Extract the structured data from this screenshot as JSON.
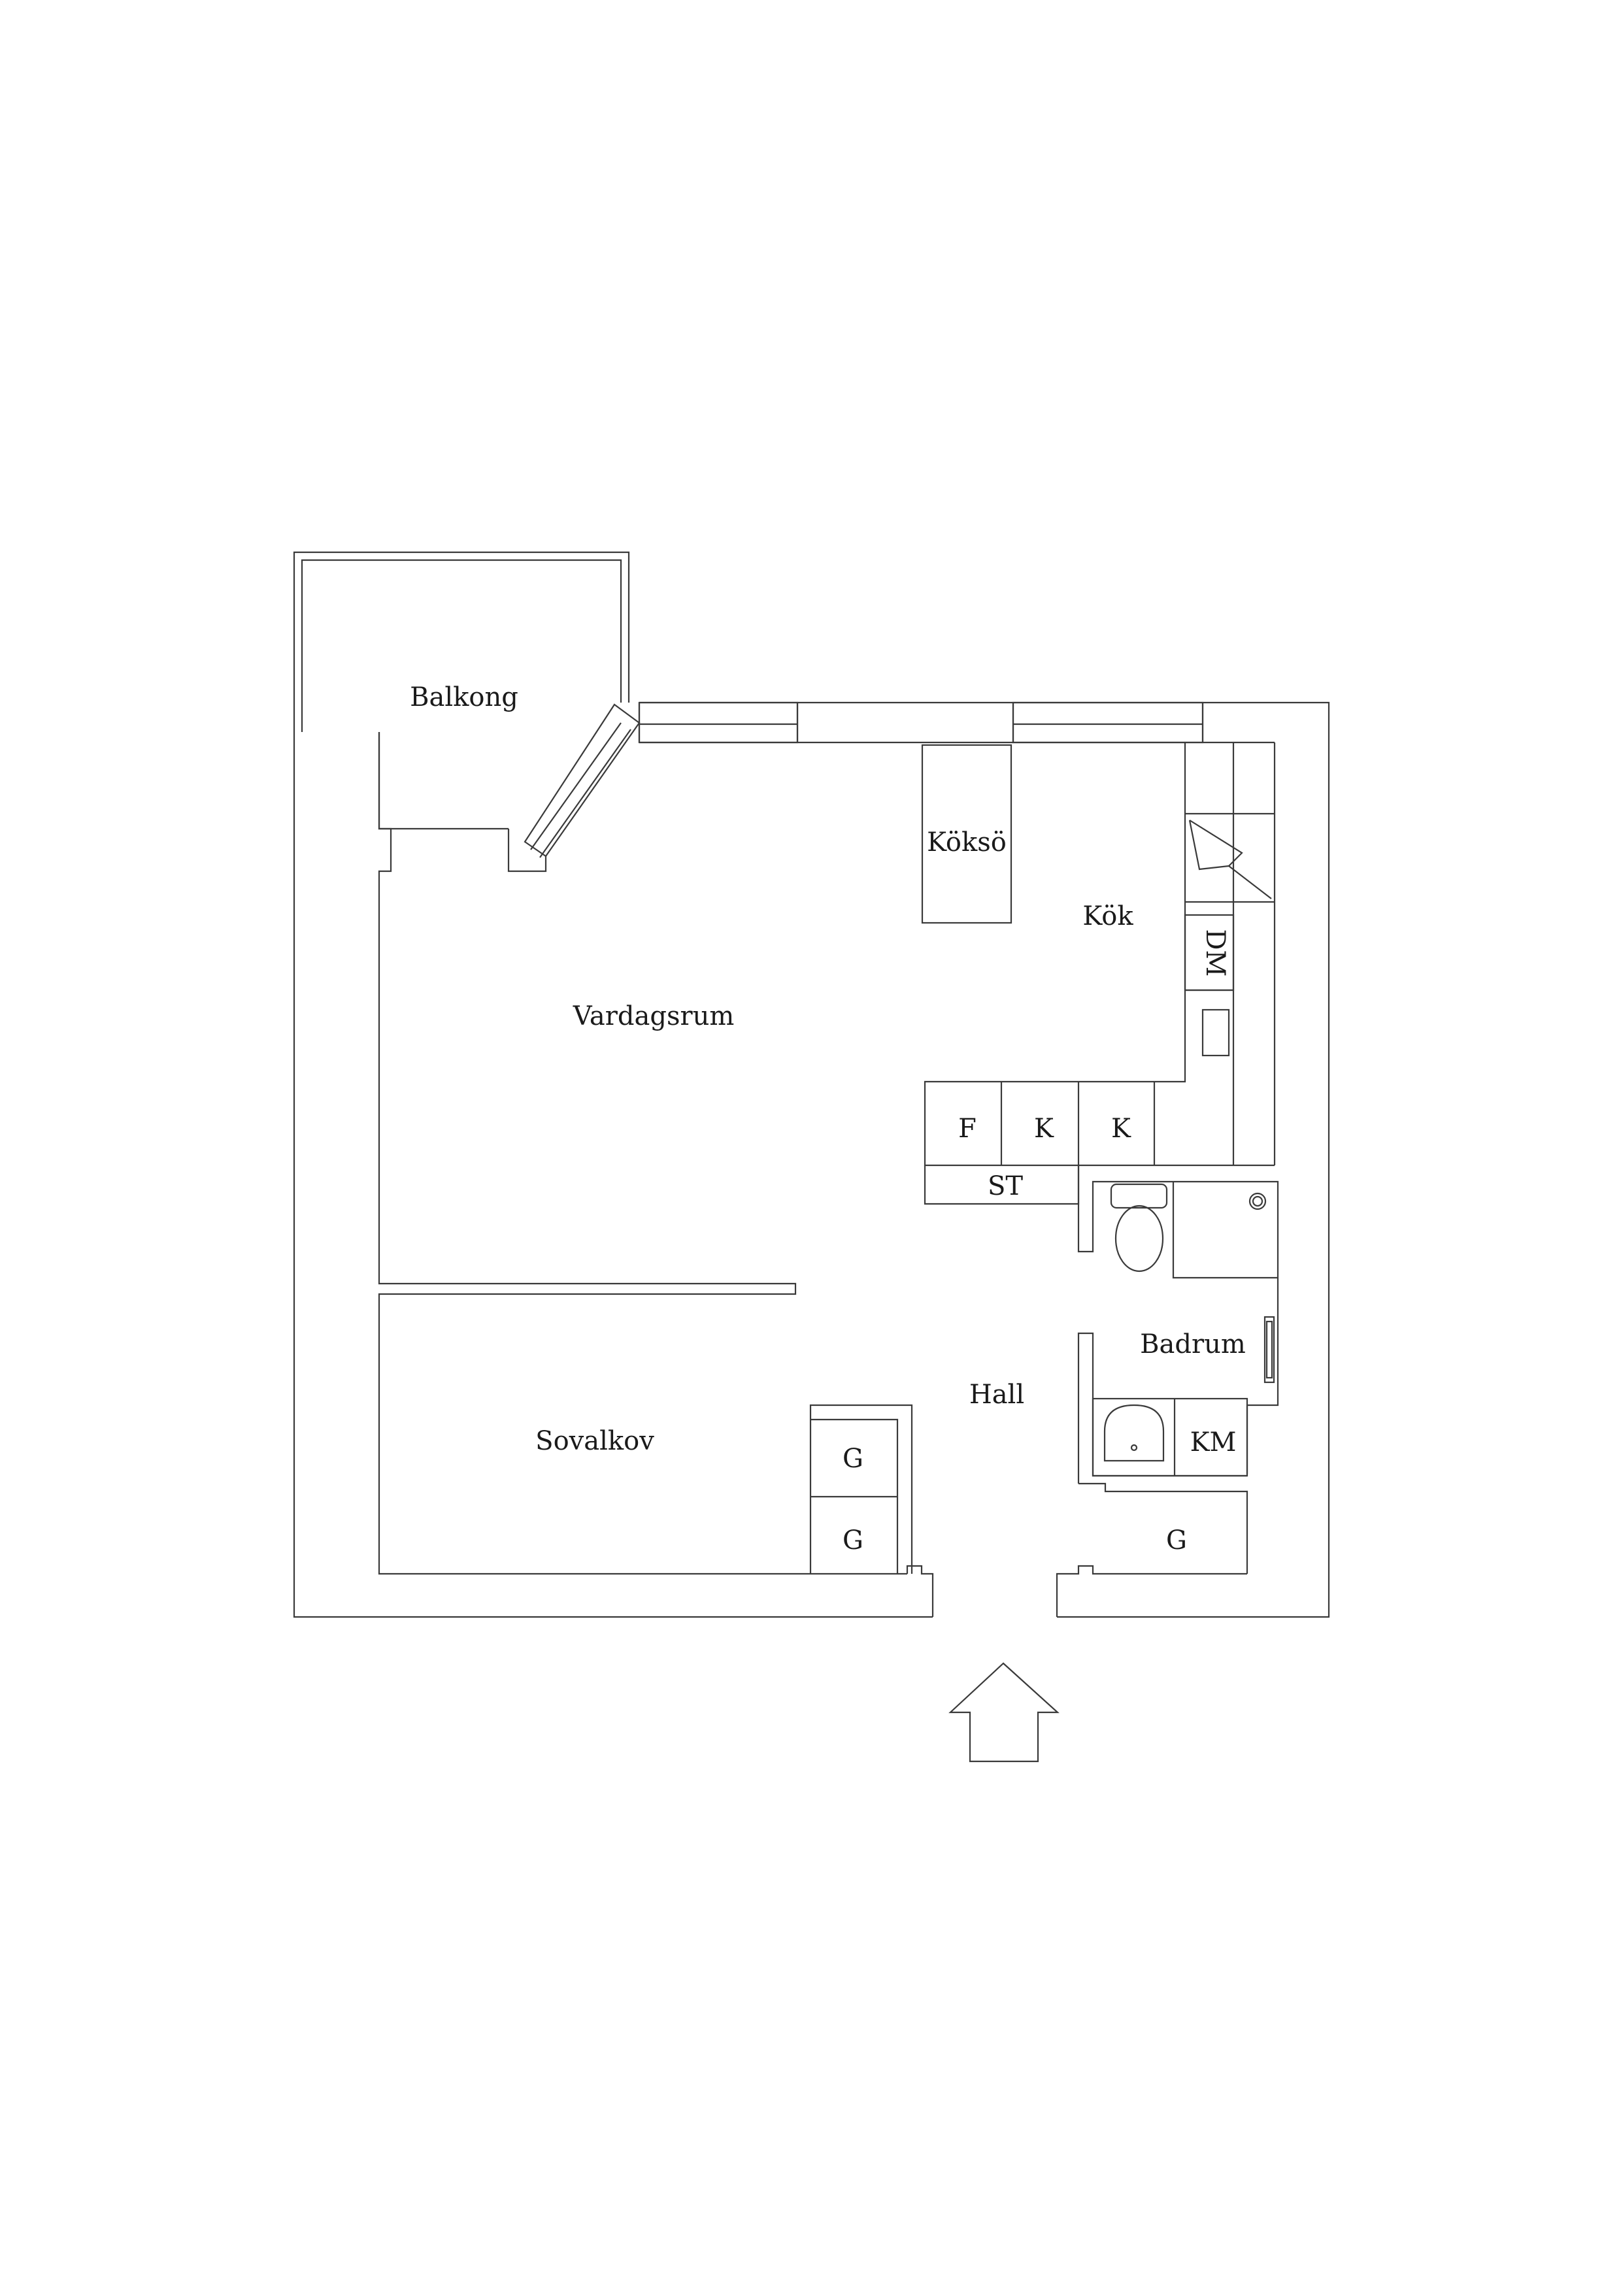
{
  "rooms": {
    "balkong": "Balkong",
    "koksö": "Köksö",
    "kok": "Kök",
    "vardagsrum": "Vardagsrum",
    "sovalkov": "Sovalkov",
    "hall": "Hall",
    "badrum": "Badrum"
  },
  "fixtures": {
    "dm": "DM",
    "f": "F",
    "k1": "K",
    "k2": "K",
    "st": "ST",
    "km": "KM",
    "g1": "G",
    "g2": "G",
    "g3": "G"
  },
  "colors": {
    "line": "#3a3a3a",
    "background": "#ffffff"
  }
}
